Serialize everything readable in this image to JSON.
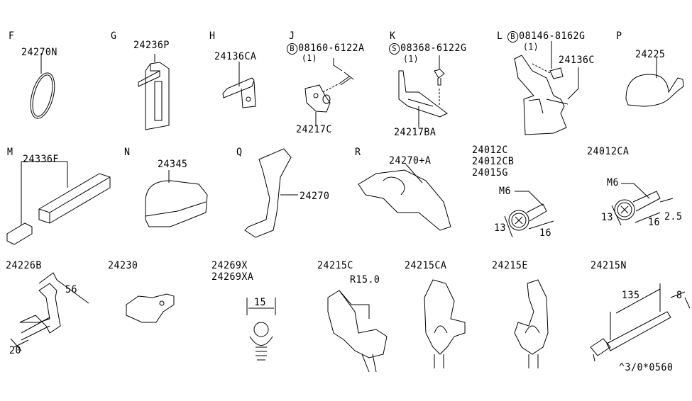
{
  "groups": [
    {
      "letter": "F",
      "parts": [
        "24270N"
      ]
    },
    {
      "letter": "G",
      "parts": [
        "24236P"
      ]
    },
    {
      "letter": "H",
      "parts": [
        "24136CA"
      ]
    },
    {
      "letter": "J",
      "bolt_symbol": "B",
      "bolt": "08160-6122A",
      "qty": "(1)",
      "parts": [
        "24217C"
      ]
    },
    {
      "letter": "K",
      "bolt_symbol": "S",
      "bolt": "08368-6122G",
      "qty": "(1)",
      "parts": [
        "24217BA"
      ]
    },
    {
      "letter": "L",
      "bolt_symbol": "B",
      "bolt": "08146-8162G",
      "qty": "(1)",
      "parts": [
        "24136C"
      ]
    },
    {
      "letter": "P",
      "parts": [
        "24225"
      ]
    },
    {
      "letter": "M",
      "parts": [
        "24336F"
      ]
    },
    {
      "letter": "N",
      "parts": [
        "24345"
      ]
    },
    {
      "letter": "Q",
      "parts": [
        "24270"
      ]
    },
    {
      "letter": "R",
      "parts": [
        "24270+A"
      ]
    }
  ],
  "bolts": {
    "a": {
      "parts": [
        "24012C",
        "24012CB",
        "24015G"
      ],
      "thread": "M6",
      "head": "13",
      "length": "16"
    },
    "b": {
      "parts": [
        "24012CA"
      ],
      "thread": "M6",
      "head": "13",
      "length": "16",
      "pitch": "2.5"
    }
  },
  "bottom": [
    {
      "parts": [
        "24226B"
      ],
      "dims": [
        "56",
        "20"
      ]
    },
    {
      "parts": [
        "24230"
      ]
    },
    {
      "parts": [
        "24269X",
        "24269XA"
      ],
      "dims": [
        "15"
      ]
    },
    {
      "parts": [
        "24215C"
      ],
      "dims": [
        "R15.0"
      ]
    },
    {
      "parts": [
        "24215CA"
      ]
    },
    {
      "parts": [
        "24215E"
      ]
    },
    {
      "parts": [
        "24215N"
      ],
      "dims": [
        "135",
        "8"
      ]
    }
  ],
  "diagram_code": "^3/0*0560"
}
